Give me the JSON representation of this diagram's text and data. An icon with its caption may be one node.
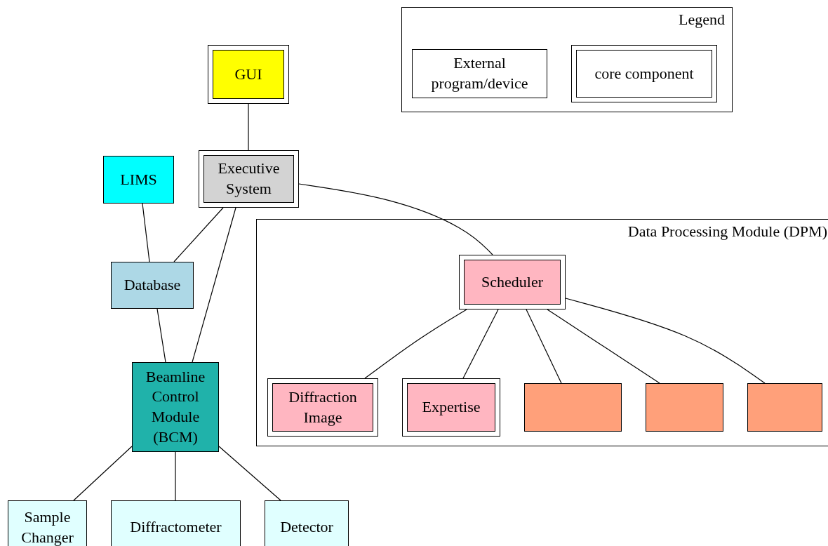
{
  "diagram": {
    "nodes": [
      {
        "text": [
          "GUI"
        ]
      },
      {
        "text": [
          "Legend"
        ]
      },
      {
        "text": [
          "External program/device"
        ],
        "in": 1
      },
      {
        "text": [
          "core component"
        ],
        "in": 1
      },
      {
        "text": [
          "LIMS"
        ]
      },
      {
        "text": [
          "Executive System"
        ]
      },
      {
        "text": [
          "Data Processing Module (DPM)"
        ]
      },
      {
        "text": [
          "Scheduler"
        ],
        "in": 6
      },
      {
        "text": [
          "Database"
        ]
      },
      {
        "text": [
          "Beamline Control Module (BCM)"
        ]
      },
      {
        "text": [
          "Diffraction Image"
        ],
        "in": 6
      },
      {
        "text": [
          "Expertise"
        ],
        "in": 6
      },
      {
        "text": [],
        "shape": "box",
        "in": 6
      },
      {
        "text": [],
        "shape": "box",
        "in": 6
      },
      {
        "text": [],
        "shape": "box",
        "in": 6
      },
      {
        "text": [
          "Sample Changer"
        ]
      },
      {
        "text": [
          "Diffractometer"
        ]
      },
      {
        "text": [
          "Detector"
        ]
      }
    ],
    "edges": [
      {
        "from": 0,
        "to": 5,
        "arrow": "none"
      },
      {
        "from": 4,
        "to": 8,
        "arrow": "none"
      },
      {
        "from": 5,
        "to": 8,
        "arrow": "none"
      },
      {
        "from": 5,
        "to": 9,
        "arrow": "none"
      },
      {
        "from": 8,
        "to": 9,
        "arrow": "none"
      },
      {
        "from": 5,
        "to": 7,
        "arrow": "none"
      },
      {
        "from": 7,
        "to": 10,
        "arrow": "none"
      },
      {
        "from": 7,
        "to": 11,
        "arrow": "none"
      },
      {
        "from": 7,
        "to": 12,
        "arrow": "none"
      },
      {
        "from": 7,
        "to": 13,
        "arrow": "none"
      },
      {
        "from": 7,
        "to": 14,
        "arrow": "none"
      },
      {
        "from": 9,
        "to": 15,
        "arrow": "none"
      },
      {
        "from": 9,
        "to": 16,
        "arrow": "none"
      },
      {
        "from": 9,
        "to": 17,
        "arrow": "none"
      }
    ]
  }
}
